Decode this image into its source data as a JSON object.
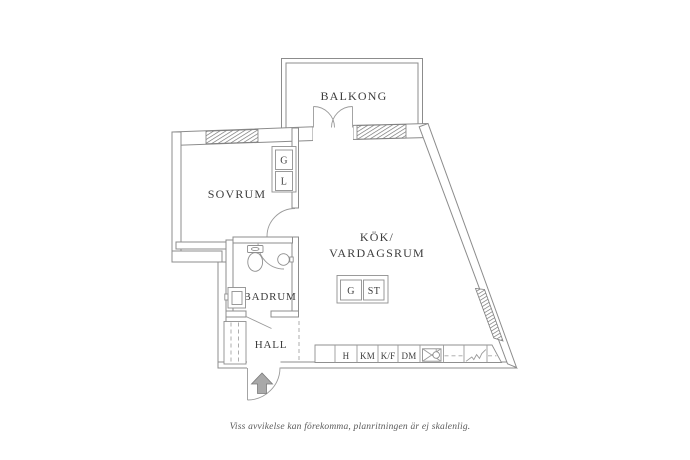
{
  "floor_plan": {
    "caption": "Viss avvikelse kan förekomma, planritningen är ej skalenlig.",
    "rooms": {
      "balcony": {
        "label": "BALKONG"
      },
      "bedroom": {
        "label": "SOVRUM"
      },
      "kitchen_living_room": {
        "label_line1": "KÖK/",
        "label_line2": "VARDAGSRUM"
      },
      "bathroom": {
        "label": "BADRUM"
      },
      "hall": {
        "label": "HALL"
      }
    },
    "storage": {
      "bedroom_closet_top": "G",
      "bedroom_closet_bottom": "L",
      "living_room_closet_left": "G",
      "living_room_closet_right": "ST"
    },
    "kitchen_appliances": [
      "H",
      "KM",
      "K/F",
      "DM"
    ],
    "colors": {
      "background": "#ffffff",
      "wall_line": "#8c8c8c",
      "text": "#3c3c3c",
      "caption_text": "#5a5a5a",
      "arrow_fill": "#a9a9a9"
    }
  }
}
